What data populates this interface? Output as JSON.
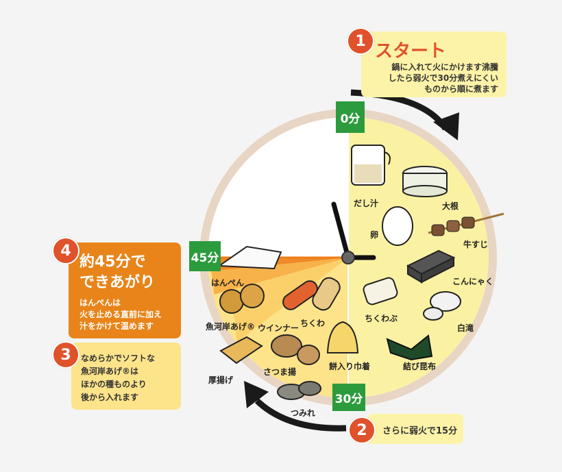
{
  "step1": {
    "number": "1",
    "title": "スタート",
    "lines": [
      "鍋に入れて火にかけます沸騰",
      "したら弱火で30分煮えにくい",
      "ものから順に煮ます"
    ]
  },
  "step2": {
    "number": "2",
    "text": "さらに弱火で15分"
  },
  "step3": {
    "number": "3",
    "lines": [
      "なめらかでソフトな",
      "魚河岸あげ®は",
      "ほかの種ものより",
      "後から入れます"
    ]
  },
  "step4": {
    "number": "4",
    "title_line1": "約45分で",
    "title_line2": "できあがり",
    "lines": [
      "はんぺんは",
      "火を止める直前に加え",
      "汁をかけて温めます"
    ]
  },
  "time_marks": {
    "t0": "0分",
    "t30": "30分",
    "t45": "45分"
  },
  "foods": {
    "dashi": "だし汁",
    "daikon": "大根",
    "tamago": "卵",
    "gyusuji": "牛すじ",
    "konnyaku": "こんにゃく",
    "chikuwabu": "ちくわぶ",
    "shirataki": "白滝",
    "kombu": "結び昆布",
    "mochi": "餅入り巾着",
    "chikuwa": "ちくわ",
    "wiener": "ウインナー",
    "uogashi": "魚河岸あげ®",
    "satsuma": "さつま揚",
    "atsuage": "厚揚げ",
    "tsumire": "つみれ",
    "hanpen": "はんぺん"
  },
  "colors": {
    "accent_red": "#e0522b",
    "green": "#2c9b3d",
    "orange": "#e8841a",
    "bubble_yellow": "#fdf3a8",
    "pie_yellow": "#fbf1a3"
  }
}
